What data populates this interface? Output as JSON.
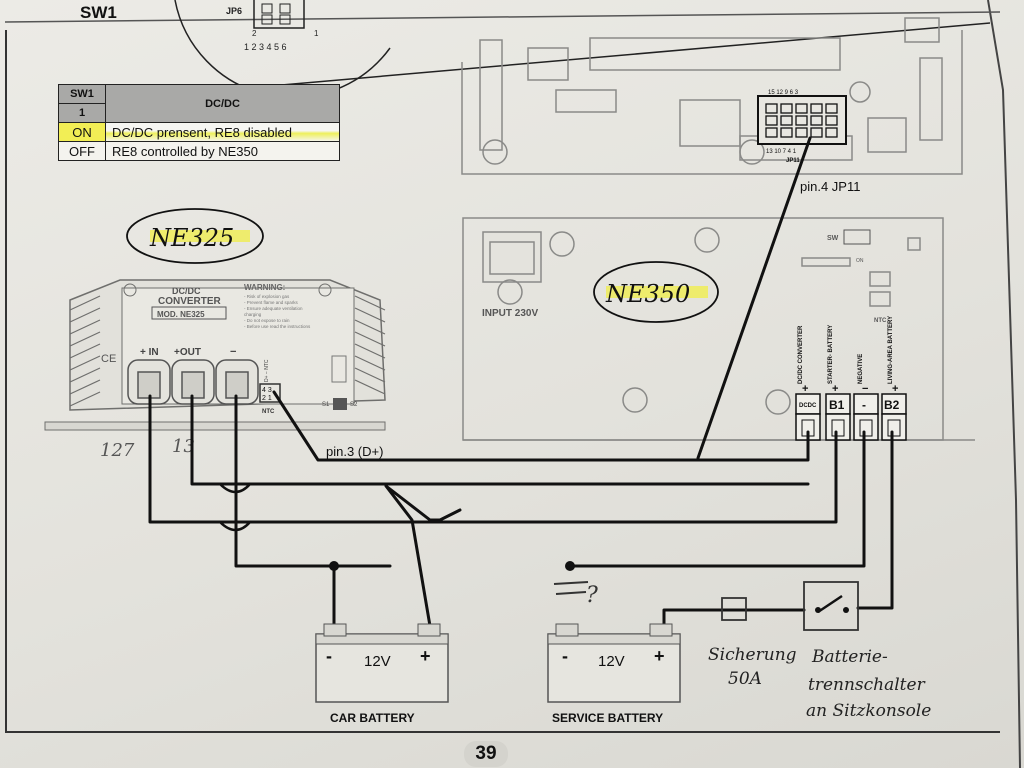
{
  "sw_block": {
    "title": "SW1",
    "jp6_label": "JP6",
    "jp6_pin_top": "2",
    "jp6_pin_right": "1",
    "jp6_pins": "1 2 3 4 5 6"
  },
  "sw_table": {
    "col1_header": "SW1",
    "col1_sub": "1",
    "col2_header": "DC/DC",
    "rows": [
      {
        "state": "ON",
        "desc": "DC/DC prensent,  RE8 disabled"
      },
      {
        "state": "OFF",
        "desc": "RE8 controlled by NE350"
      }
    ]
  },
  "jp11": {
    "top_pins": "15 12  9  6  3",
    "bottom_pins": "13 10  7  4  1",
    "label": "JP11",
    "wire_label": "pin.4 JP11"
  },
  "ne325": {
    "handwritten": "NE325",
    "title_line1": "DC/DC",
    "title_line2": "CONVERTER",
    "model": "MOD. NE325",
    "warning_title": "WARNING:",
    "warning_text": [
      "- Risk of explosion gas",
      "- Prevent flame and sparks",
      "- Ensure adequate ventilation",
      "  charging",
      "- Do not expose to rain",
      "- Before use read the instructions"
    ],
    "term_in": "+ IN",
    "term_out": "+OUT",
    "term_minus": "−",
    "ce": "CE",
    "ntc_label": "NTC",
    "ntc_pins_top": "4 3",
    "ntc_pins_bottom": "2 1",
    "ntc_side": "D+ −  NTC",
    "s1": "S1",
    "s2": "S2",
    "hw_a": "127",
    "hw_b": "13",
    "wire_label": "pin.3 (D+)"
  },
  "ne350": {
    "handwritten": "NE350",
    "input_label": "INPUT 230V",
    "sw_label": "SW",
    "sw_on": "ON",
    "ntc_label": "NTC",
    "terminals": [
      {
        "caption": "DC/DC\nCONVERTER",
        "box": "DCDC",
        "sign": "+"
      },
      {
        "caption": "STARTER-\nBATTERY",
        "box": "B1",
        "sign": "+"
      },
      {
        "caption": "NEGATIVE",
        "box": "-",
        "sign": "−"
      },
      {
        "caption": "LIVING-AREA\nBATTERY",
        "box": "B2",
        "sign": "+"
      }
    ]
  },
  "car_battery": {
    "minus": "-",
    "voltage": "12V",
    "plus": "+",
    "name": "CAR BATTERY"
  },
  "service_battery": {
    "minus": "-",
    "voltage": "12V",
    "plus": "+",
    "name": "SERVICE BATTERY"
  },
  "handwritten_notes": {
    "question": "?",
    "fuse_line1": "Sicherung",
    "fuse_line2": "50A",
    "switch_line1": "Batterie-",
    "switch_line2": "trennschalter",
    "switch_line3": "an Sitzkonsole"
  },
  "page_number": "39",
  "colors": {
    "paper": "#e8e7e1",
    "ink": "#111111",
    "line_gray": "#8a8a88",
    "highlight": "#f0ee50"
  }
}
